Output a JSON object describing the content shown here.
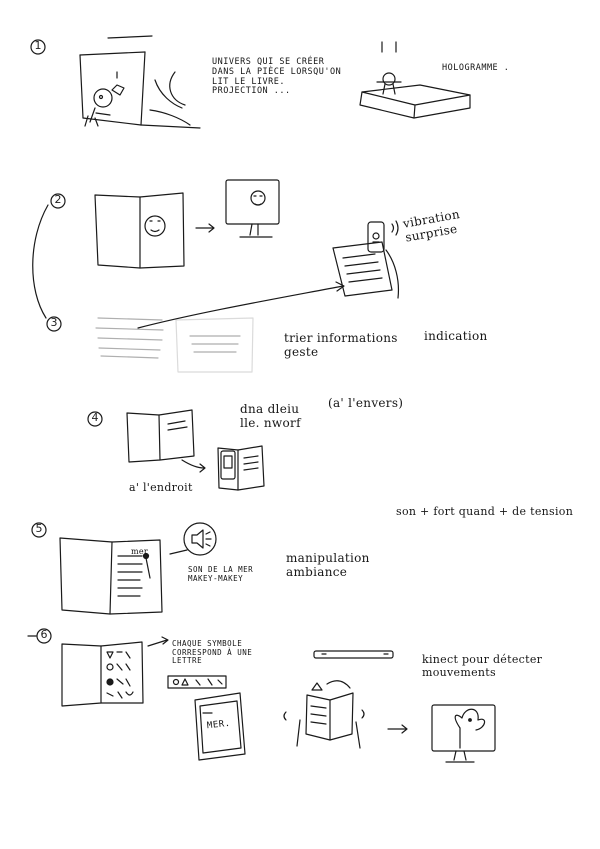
{
  "sections": [
    {
      "number": "1",
      "notes": [
        {
          "id": "s1-univers",
          "text": "UNIVERS QUI SE CRÉER\nDANS LA PIÈCE LORSQU'ON\nLIT LE LIVRE.\nPROJECTION       ..."
        },
        {
          "id": "s1-hologramme",
          "text": "HOLOGRAMME ."
        }
      ]
    },
    {
      "number": "2",
      "notes": [
        {
          "id": "s2-vibration",
          "text": "vibration\nsurprise"
        }
      ]
    },
    {
      "number": "3",
      "notes": [
        {
          "id": "s3-trier",
          "text": "trier informations\ngeste"
        },
        {
          "id": "s3-indication",
          "text": "indication"
        }
      ]
    },
    {
      "number": "4",
      "notes": [
        {
          "id": "s4-reversed",
          "text": "dna dleiu\nlle. nworf"
        },
        {
          "id": "s4-envers",
          "text": "(a' l'envers)"
        },
        {
          "id": "s4-endroit",
          "text": "a' l'endroit"
        }
      ]
    },
    {
      "number": "5",
      "notes": [
        {
          "id": "s5-son",
          "text": "son + fort quand + de tension"
        },
        {
          "id": "s5-mer",
          "text": "SON DE LA MER\nMAKEY-MAKEY"
        },
        {
          "id": "s5-manipulation",
          "text": "manipulation\nambiance"
        },
        {
          "id": "s5-page-mer",
          "text": "mer"
        }
      ]
    },
    {
      "number": "6",
      "notes": [
        {
          "id": "s6-symbole",
          "text": "CHAQUE SYMBOLE\nCORRESPOND À UNE\nLETTRE"
        },
        {
          "id": "s6-tablet",
          "text": "MER."
        },
        {
          "id": "s6-kinect",
          "text": "kinect pour détecter\nmouvements"
        }
      ]
    }
  ],
  "icons": [
    "person-icon",
    "hologram-figure-icon",
    "face-icon",
    "monitor-icon",
    "phone-icon",
    "speaker-icon",
    "tablet-icon",
    "kinect-sensor-icon",
    "tree-creature-icon"
  ]
}
